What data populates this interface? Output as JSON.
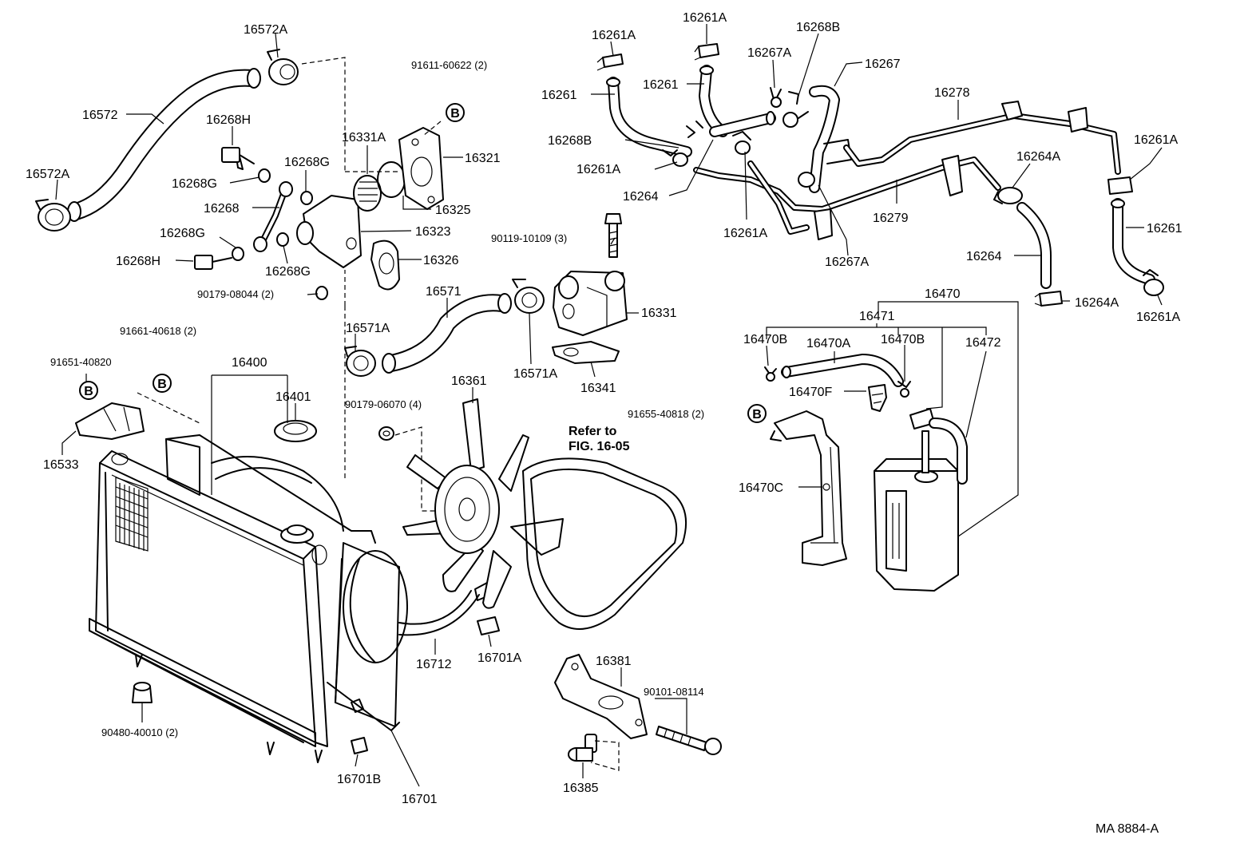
{
  "diagram": {
    "figure_code": "MA 8884-A",
    "reference_note": {
      "line1": "Refer to",
      "line2": "FIG. 16-05"
    },
    "callout_symbol": "B",
    "labels": {
      "p16572A_top": "16572A",
      "p16572": "16572",
      "p16572A_left": "16572A",
      "p16268H_top": "16268H",
      "p16268G_1": "16268G",
      "p16268G_2": "16268G",
      "p16268": "16268",
      "p16268G_3": "16268G",
      "p16268H_bottom": "16268H",
      "p16268G_4": "16268G",
      "p90179_08044": "90179-08044 (2)",
      "p91611_60622": "91611-60622 (2)",
      "p16331A": "16331A",
      "p16321": "16321",
      "p16325": "16325",
      "p16323": "16323",
      "p16326": "16326",
      "p90119_10109": "90119-10109 (3)",
      "p16571": "16571",
      "p16571A_left": "16571A",
      "p16571A_right": "16571A",
      "p16331": "16331",
      "p16341": "16341",
      "p91661_40618": "91661-40618 (2)",
      "p91651_40820": "91651-40820",
      "p16400": "16400",
      "p16401": "16401",
      "p16533": "16533",
      "p90179_06070": "90179-06070 (4)",
      "p16361": "16361",
      "p16712": "16712",
      "p16701A": "16701A",
      "p16701B": "16701B",
      "p16701": "16701",
      "p90480_40010": "90480-40010 (2)",
      "p16381": "16381",
      "p90101_08114": "90101-08114",
      "p16385": "16385",
      "p16261A_1": "16261A",
      "p16261A_2": "16261A",
      "p16268B_top": "16268B",
      "p16267A_top": "16267A",
      "p16267": "16267",
      "p16261_1": "16261",
      "p16261_2": "16261",
      "p16278": "16278",
      "p16268B_left": "16268B",
      "p16261A_3": "16261A",
      "p16264_left": "16264",
      "p16261A_4": "16261A",
      "p16267A_bottom": "16267A",
      "p16279": "16279",
      "p16264A_1": "16264A",
      "p16261A_5": "16261A",
      "p16261_3": "16261",
      "p16264_right": "16264",
      "p16264A_2": "16264A",
      "p16261A_6": "16261A",
      "p16470": "16470",
      "p16471": "16471",
      "p16470B_1": "16470B",
      "p16470A": "16470A",
      "p16470B_2": "16470B",
      "p16472": "16472",
      "p16470F": "16470F",
      "p91655_40818": "91655-40818 (2)",
      "p16470C": "16470C"
    }
  }
}
